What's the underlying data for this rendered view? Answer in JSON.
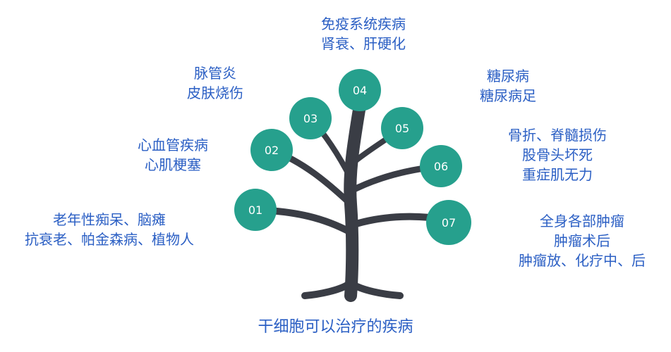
{
  "caption": "干细胞可以治疗的疾病",
  "colors": {
    "trunk": "#3a3d45",
    "node": "#26a08d",
    "text": "#2b5fc4"
  },
  "nodes": [
    {
      "id": "01",
      "label": "01",
      "diseases": [
        "老年性痴呆、脑瘫",
        "抗衰老、帕金森病、植物人"
      ]
    },
    {
      "id": "02",
      "label": "02",
      "diseases": [
        "心血管疾病",
        "心肌梗塞"
      ]
    },
    {
      "id": "03",
      "label": "03",
      "diseases": [
        "脉管炎",
        "皮肤烧伤"
      ]
    },
    {
      "id": "04",
      "label": "04",
      "diseases": [
        "免疫系统疾病",
        "肾衰、肝硬化"
      ]
    },
    {
      "id": "05",
      "label": "05",
      "diseases": [
        "糖尿病",
        "糖尿病足"
      ]
    },
    {
      "id": "06",
      "label": "06",
      "diseases": [
        "骨折、脊髓损伤",
        "股骨头坏死",
        "重症肌无力"
      ]
    },
    {
      "id": "07",
      "label": "07",
      "diseases": [
        "全身各部肿瘤",
        "肿瘤术后",
        "肿瘤放、化疗中、后"
      ]
    }
  ]
}
